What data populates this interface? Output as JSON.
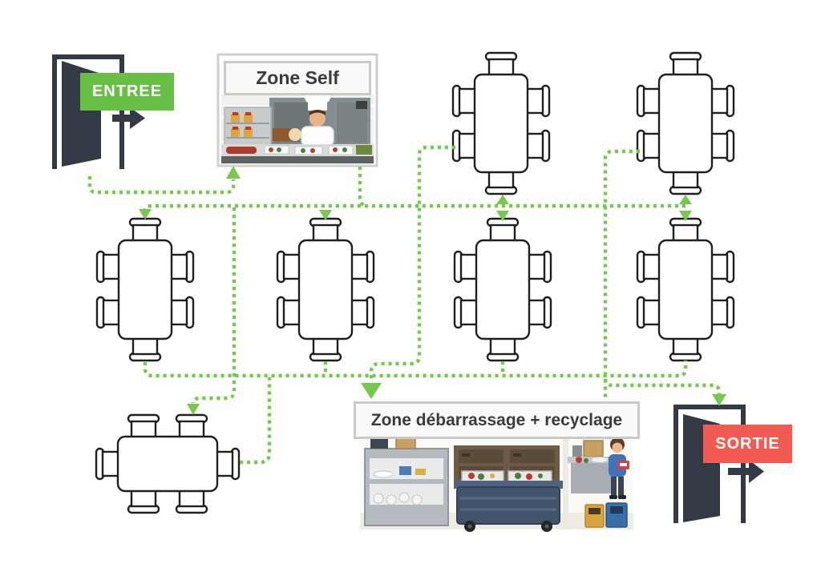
{
  "diagram": {
    "tables": {
      "count": 7,
      "seats_per_table": 6
    }
  },
  "entrance": {
    "label": "ENTREE"
  },
  "exit": {
    "label": "SORTIE"
  },
  "zones": {
    "self": {
      "label": "Zone Self"
    },
    "clearing": {
      "label": "Zone débarrassage + recyclage"
    }
  },
  "colors": {
    "path_green": "#76c94e",
    "entrance_green": "#68bf45",
    "exit_red": "#f15b52",
    "door_dark": "#333a45",
    "banner_border": "#c9c9c9",
    "banner_bg": "#f9f9f8",
    "text_dark": "#3b3b3b"
  },
  "icons": {
    "entrance_door": "open-door-icon",
    "exit_door": "open-door-icon",
    "entrance_arrow": "arrow-right-icon",
    "exit_arrow": "arrow-right-icon",
    "chef": "chef-at-counter-icon",
    "staff": "person-recycling-icon",
    "bins": "recycling-bins-icon",
    "trolley": "tray-trolley-icon"
  }
}
